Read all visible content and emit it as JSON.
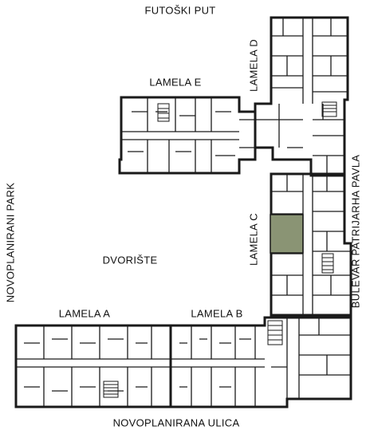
{
  "labels": {
    "street_top": "FUTOŠKI PUT",
    "street_bottom": "NOVOPLANIRANA ULICA",
    "street_left": "NOVOPLANIRANI PARK",
    "street_right": "BULEVAR PATRIJARHA PAVLA",
    "courtyard": "DVORIŠTE",
    "lamela_a": "LAMELA A",
    "lamela_b": "LAMELA B",
    "lamela_c": "LAMELA C",
    "lamela_d": "LAMELA D",
    "lamela_e": "LAMELA E"
  },
  "colors": {
    "wall": "#1a1a1a",
    "highlight_unit": "#8a9474",
    "background": "#ffffff"
  }
}
